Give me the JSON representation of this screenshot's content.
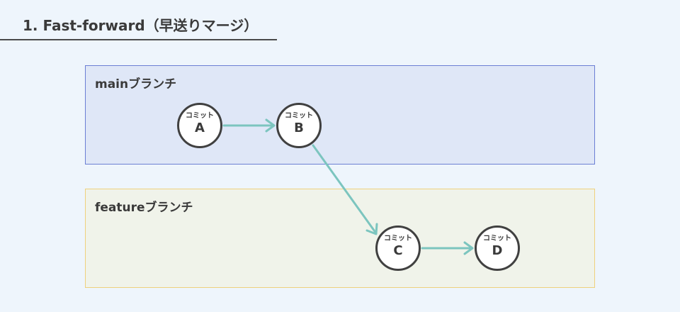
{
  "title": "1. Fast-forward（早送りマージ）",
  "lanes": [
    {
      "label": "mainブランチ"
    },
    {
      "label": "featureブランチ"
    }
  ],
  "commits": [
    {
      "caption": "コミット",
      "letter": "A"
    },
    {
      "caption": "コミット",
      "letter": "B"
    },
    {
      "caption": "コミット",
      "letter": "C"
    },
    {
      "caption": "コミット",
      "letter": "D"
    }
  ],
  "edges": [
    {
      "from": "A",
      "to": "B"
    },
    {
      "from": "B",
      "to": "C"
    },
    {
      "from": "C",
      "to": "D"
    }
  ],
  "colors": {
    "background": "#eef5fc",
    "main_lane_fill": "#dfe7f7",
    "main_lane_border": "#6b7fd4",
    "feature_lane_fill": "#f0f3ea",
    "feature_lane_border": "#eed17d",
    "edge": "#7cc5bf",
    "node_border": "#404040",
    "text": "#3a3a3a"
  }
}
